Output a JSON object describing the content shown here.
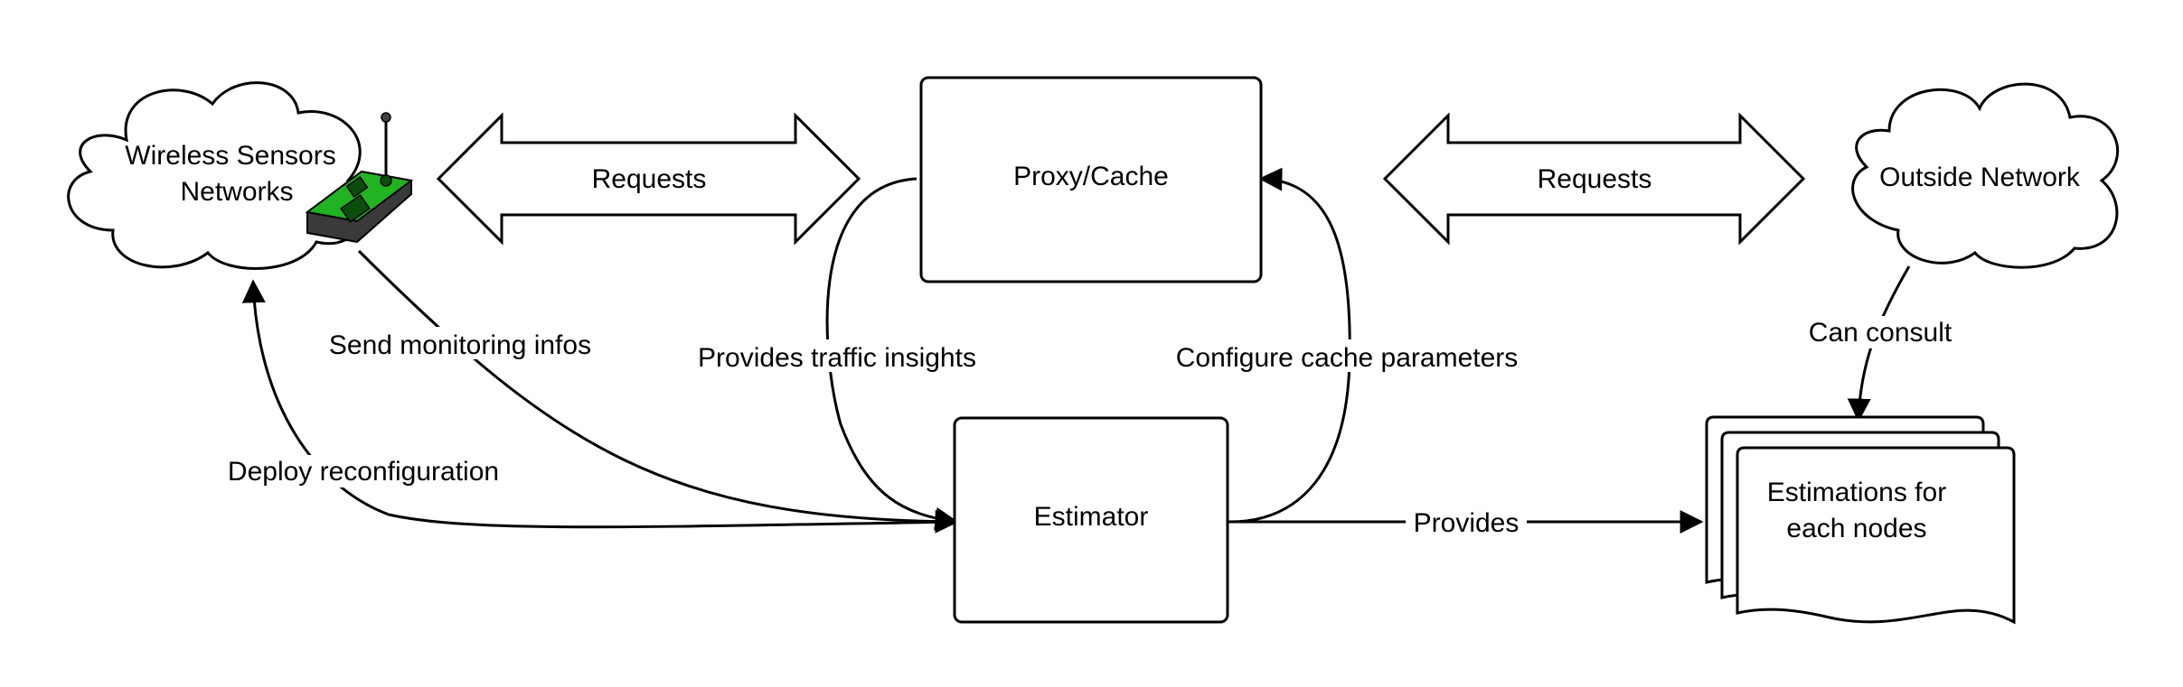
{
  "nodes": {
    "wsn_cloud": {
      "line1": "Wireless Sensors",
      "line2": "Networks",
      "icon": "sensor-node-icon"
    },
    "proxy": {
      "label": "Proxy/Cache"
    },
    "outside_cloud": {
      "label": "Outside Network"
    },
    "estimator": {
      "label": "Estimator"
    },
    "estimations_doc": {
      "line1": "Estimations for",
      "line2": "each nodes"
    }
  },
  "arrows": {
    "requests_left": {
      "label": "Requests"
    },
    "requests_right": {
      "label": "Requests"
    }
  },
  "edges": {
    "send_monitoring": "Send monitoring infos",
    "deploy_reconfig": "Deploy reconfiguration",
    "traffic_insights": "Provides traffic insights",
    "configure_cache": "Configure cache parameters",
    "provides": "Provides",
    "can_consult": "Can consult"
  },
  "colors": {
    "sensor_green": "#22b322",
    "sensor_dark": "#3a3a3a"
  }
}
